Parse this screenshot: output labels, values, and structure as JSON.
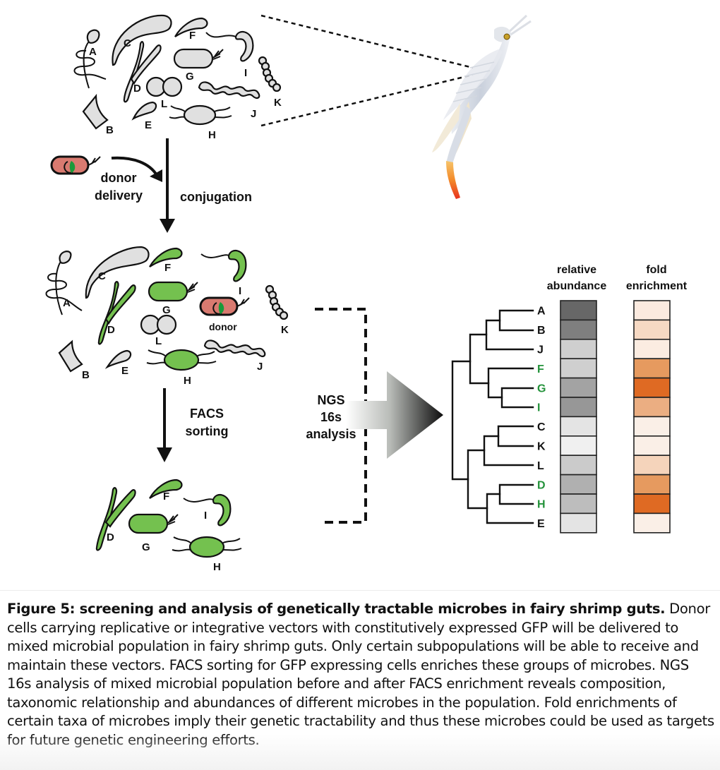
{
  "figure": {
    "stage1_labels": [
      "A",
      "B",
      "C",
      "D",
      "E",
      "F",
      "G",
      "H",
      "I",
      "J",
      "K",
      "L"
    ],
    "donor_delivery": [
      "donor",
      "delivery"
    ],
    "conjugation": "conjugation",
    "donor_label": "donor",
    "facs": [
      "FACS",
      "sorting"
    ],
    "ngs": [
      "NGS",
      "16s",
      "analysis"
    ],
    "heatmap_headers": {
      "abundance": [
        "relative",
        "abundance"
      ],
      "enrichment": [
        "fold",
        "enrichment"
      ]
    },
    "colors": {
      "gfp_positive": "#74c14f",
      "gfp_negative": "#e0e0e0",
      "donor": "#d97a70",
      "leaf_green": "#23923a"
    }
  },
  "chart_data": {
    "type": "heatmap",
    "title": "",
    "columns": [
      "relative abundance",
      "fold enrichment"
    ],
    "rows": [
      {
        "taxon": "A",
        "gfp_positive": false,
        "abundance_color": "#676767",
        "enrichment_color": "#fbeadf"
      },
      {
        "taxon": "B",
        "gfp_positive": false,
        "abundance_color": "#7f7f7f",
        "enrichment_color": "#f6d9c3"
      },
      {
        "taxon": "J",
        "gfp_positive": false,
        "abundance_color": "#cfcfcf",
        "enrichment_color": "#fbece1"
      },
      {
        "taxon": "F",
        "gfp_positive": true,
        "abundance_color": "#cfcfcf",
        "enrichment_color": "#e69a5f"
      },
      {
        "taxon": "G",
        "gfp_positive": true,
        "abundance_color": "#a3a3a3",
        "enrichment_color": "#df6a23"
      },
      {
        "taxon": "I",
        "gfp_positive": true,
        "abundance_color": "#979797",
        "enrichment_color": "#ebae82"
      },
      {
        "taxon": "C",
        "gfp_positive": false,
        "abundance_color": "#e4e4e4",
        "enrichment_color": "#faefe7"
      },
      {
        "taxon": "K",
        "gfp_positive": false,
        "abundance_color": "#f0f0f0",
        "enrichment_color": "#faefe7"
      },
      {
        "taxon": "L",
        "gfp_positive": false,
        "abundance_color": "#cbcbcb",
        "enrichment_color": "#f5d4bb"
      },
      {
        "taxon": "D",
        "gfp_positive": true,
        "abundance_color": "#b0b0b0",
        "enrichment_color": "#e69a5f"
      },
      {
        "taxon": "H",
        "gfp_positive": true,
        "abundance_color": "#bdbdbd",
        "enrichment_color": "#df6a23"
      },
      {
        "taxon": "E",
        "gfp_positive": false,
        "abundance_color": "#e4e4e4",
        "enrichment_color": "#faefe7"
      }
    ],
    "dendrogram": "((((A,B),J),(F,(G,I))),(((C,K),L),((D,H),E)))"
  },
  "caption": {
    "bold": "Figure 5: screening and analysis of genetically tractable microbes in fairy shrimp guts.",
    "text": " Donor cells carrying replicative or integrative vectors with constitutively expressed GFP will be delivered to mixed microbial population in fairy shrimp guts. Only certain subpopulations will be able to receive and maintain these vectors. FACS sorting for GFP expressing cells enriches these groups of microbes. NGS 16s analysis of mixed microbial population before and after FACS enrichment reveals composition, taxonomic relationship and abundances of different microbes in the population. Fold enrichments of certain taxa of microbes imply their genetic tractability and thus these microbes could be used as targets for future genetic engineering efforts."
  }
}
